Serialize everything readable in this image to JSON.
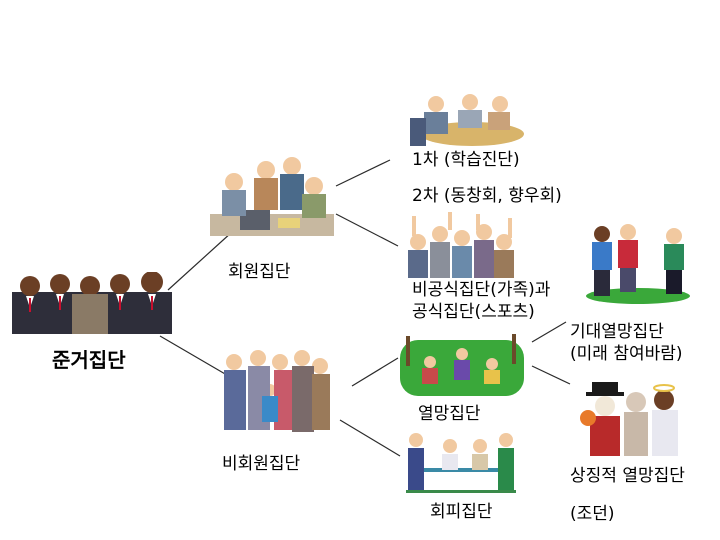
{
  "root": {
    "label": "준거집단"
  },
  "member_group": {
    "label": "회원집단",
    "primary": "1차 (학습진단)",
    "secondary": "2차 (동창회, 향우회)",
    "informal_line1": "비공식집단(가족)과",
    "informal_line2": "공식집단(스포츠)"
  },
  "non_member_group": {
    "label": "비회원집단",
    "aspiration": "열망집단",
    "dissociative": "회피집단",
    "anticipatory_line1": "기대열망집단",
    "anticipatory_line2": "(미래 참여바람)",
    "symbolic_line1": "상징적 열망집단",
    "symbolic_line2": "(조던)"
  },
  "colors": {
    "line": "#2b2b2b",
    "grass": "#3aa83a",
    "suit_dark": "#3a3a4a",
    "skin_dark": "#6b3f25",
    "skin_light": "#f1c9a0"
  }
}
